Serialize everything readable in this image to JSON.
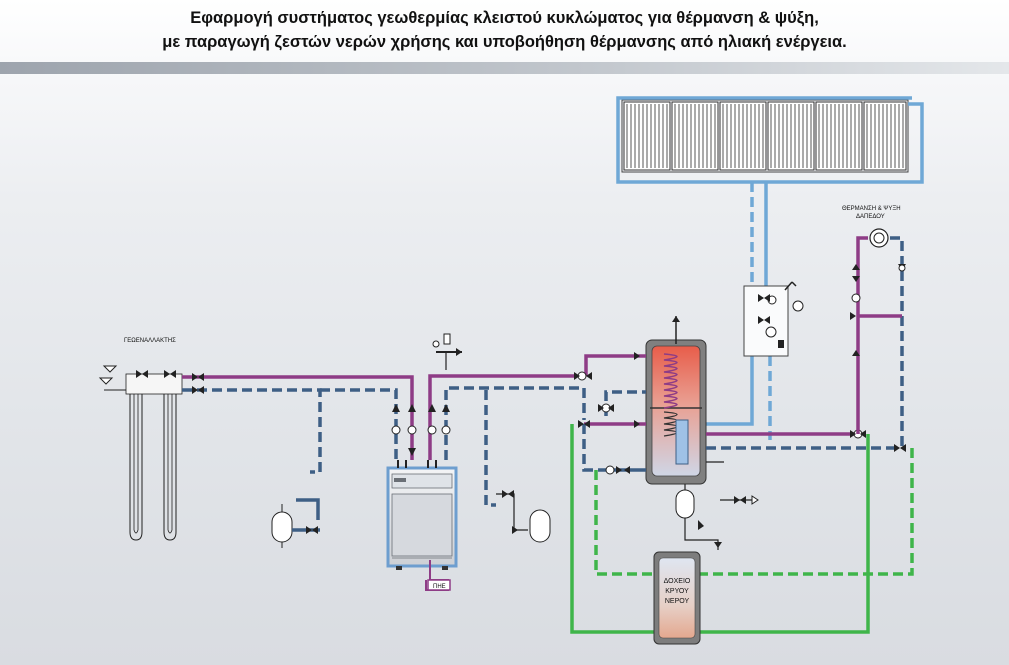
{
  "header": {
    "title_line1": "Εφαρμογή συστήματος γεωθερμίας κλειστού κυκλώματος για θέρμανση & ψύξη,",
    "title_line2": "με παραγωγή ζεστών νερών χρήσης και υποβοήθηση θέρμανσης από ηλιακή ενέργεια."
  },
  "labels": {
    "heat_exchanger": "ΓΕΩΕΝΑΛΛΑΚΤΗΣ",
    "floor_heating_line1": "ΘΕΡΜΑΝΣΗ & ΨΥΞΗ",
    "floor_heating_line2": "ΔΑΠΕΔΟΥ",
    "cold_tank_line1": "ΔΟΧΕΙΟ",
    "cold_tank_line2": "ΚΡΥΟΥ",
    "cold_tank_line3": "ΝΕΡΟΥ",
    "controller_tag": "ΠΗΕ"
  },
  "colors": {
    "hot_line": "#8e3c86",
    "cold_line": "#3e5f85",
    "solar_line": "#6fa8d6",
    "cooling_line": "#3fb54a",
    "heat_pump_frame": "#6d9ecf"
  }
}
